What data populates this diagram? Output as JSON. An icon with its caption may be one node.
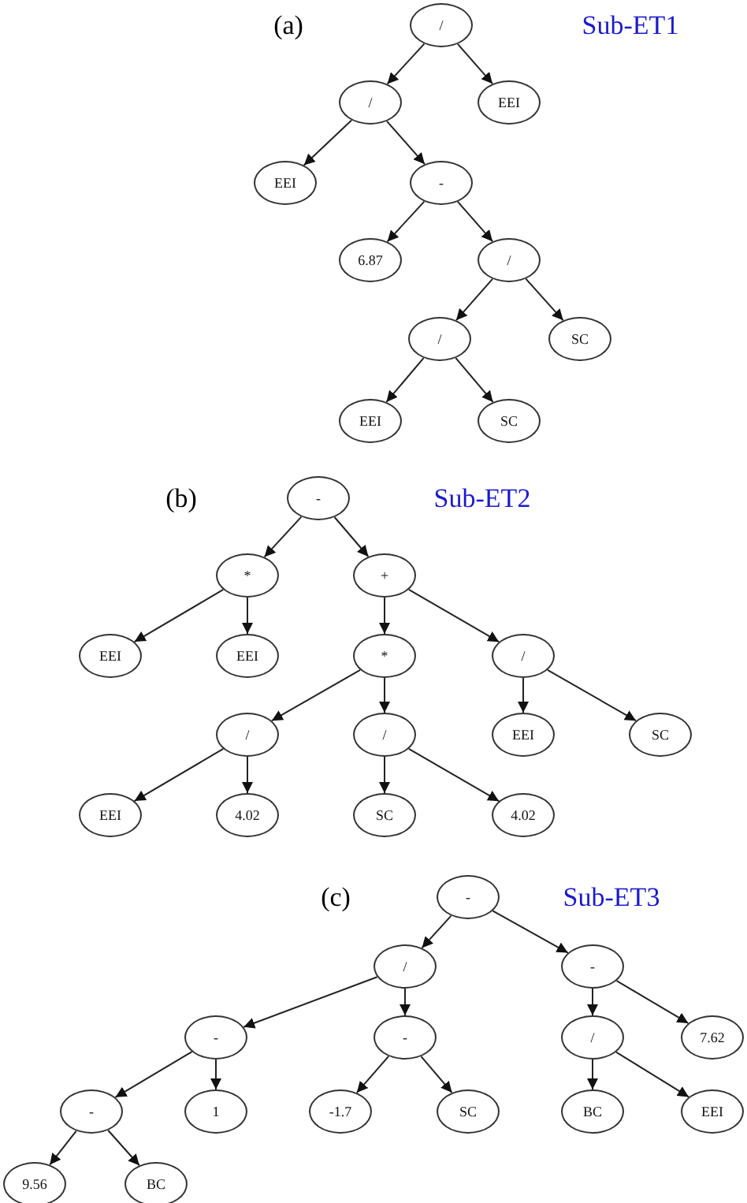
{
  "diagram": {
    "nodes": [
      {
        "text": [
          "/"
        ]
      },
      {
        "text": [
          "/"
        ]
      },
      {
        "text": [
          "EEI"
        ]
      },
      {
        "text": [
          "EEI"
        ]
      },
      {
        "text": [
          "-"
        ]
      },
      {
        "text": [
          "6.87"
        ]
      },
      {
        "text": [
          "/"
        ]
      },
      {
        "text": [
          "/"
        ]
      },
      {
        "text": [
          "SC"
        ]
      },
      {
        "text": [
          "EEI"
        ]
      },
      {
        "text": [
          "SC"
        ]
      },
      {
        "text": [
          "-"
        ]
      },
      {
        "text": [
          "*"
        ]
      },
      {
        "text": [
          "+"
        ]
      },
      {
        "text": [
          "EEI"
        ]
      },
      {
        "text": [
          "EEI"
        ]
      },
      {
        "text": [
          "*"
        ]
      },
      {
        "text": [
          "/"
        ]
      },
      {
        "text": [
          "/"
        ]
      },
      {
        "text": [
          "/"
        ]
      },
      {
        "text": [
          "EEI"
        ]
      },
      {
        "text": [
          "SC"
        ]
      },
      {
        "text": [
          "EEI"
        ]
      },
      {
        "text": [
          "4.02"
        ]
      },
      {
        "text": [
          "SC"
        ]
      },
      {
        "text": [
          "4.02"
        ]
      },
      {
        "text": [
          "-"
        ]
      },
      {
        "text": [
          "/"
        ]
      },
      {
        "text": [
          "-"
        ]
      },
      {
        "text": [
          "-"
        ]
      },
      {
        "text": [
          "-"
        ]
      },
      {
        "text": [
          "/"
        ]
      },
      {
        "text": [
          "7.62"
        ]
      },
      {
        "text": [
          "-"
        ]
      },
      {
        "text": [
          "1"
        ]
      },
      {
        "text": [
          "-1.7"
        ]
      },
      {
        "text": [
          "SC"
        ]
      },
      {
        "text": [
          "BC"
        ]
      },
      {
        "text": [
          "EEI"
        ]
      },
      {
        "text": [
          "9.56"
        ]
      },
      {
        "text": [
          "BC"
        ]
      }
    ],
    "edges": [
      {
        "from": 0,
        "to": 1,
        "arrow": "to"
      },
      {
        "from": 0,
        "to": 2,
        "arrow": "to"
      },
      {
        "from": 1,
        "to": 3,
        "arrow": "to"
      },
      {
        "from": 1,
        "to": 4,
        "arrow": "to"
      },
      {
        "from": 4,
        "to": 5,
        "arrow": "to"
      },
      {
        "from": 4,
        "to": 6,
        "arrow": "to"
      },
      {
        "from": 6,
        "to": 7,
        "arrow": "to"
      },
      {
        "from": 6,
        "to": 8,
        "arrow": "to"
      },
      {
        "from": 7,
        "to": 9,
        "arrow": "to"
      },
      {
        "from": 7,
        "to": 10,
        "arrow": "to"
      },
      {
        "from": 11,
        "to": 12,
        "arrow": "to"
      },
      {
        "from": 11,
        "to": 13,
        "arrow": "to"
      },
      {
        "from": 12,
        "to": 14,
        "arrow": "to"
      },
      {
        "from": 12,
        "to": 15,
        "arrow": "to"
      },
      {
        "from": 13,
        "to": 16,
        "arrow": "to"
      },
      {
        "from": 13,
        "to": 17,
        "arrow": "to"
      },
      {
        "from": 16,
        "to": 18,
        "arrow": "to"
      },
      {
        "from": 16,
        "to": 19,
        "arrow": "to"
      },
      {
        "from": 17,
        "to": 20,
        "arrow": "to"
      },
      {
        "from": 17,
        "to": 21,
        "arrow": "to"
      },
      {
        "from": 18,
        "to": 22,
        "arrow": "to"
      },
      {
        "from": 18,
        "to": 23,
        "arrow": "to"
      },
      {
        "from": 19,
        "to": 24,
        "arrow": "to"
      },
      {
        "from": 19,
        "to": 25,
        "arrow": "to"
      },
      {
        "from": 26,
        "to": 27,
        "arrow": "to"
      },
      {
        "from": 26,
        "to": 28,
        "arrow": "to"
      },
      {
        "from": 27,
        "to": 29,
        "arrow": "to"
      },
      {
        "from": 27,
        "to": 30,
        "arrow": "to"
      },
      {
        "from": 28,
        "to": 31,
        "arrow": "to"
      },
      {
        "from": 28,
        "to": 32,
        "arrow": "to"
      },
      {
        "from": 29,
        "to": 33,
        "arrow": "to"
      },
      {
        "from": 29,
        "to": 34,
        "arrow": "to"
      },
      {
        "from": 30,
        "to": 35,
        "arrow": "to"
      },
      {
        "from": 30,
        "to": 36,
        "arrow": "to"
      },
      {
        "from": 31,
        "to": 37,
        "arrow": "to"
      },
      {
        "from": 31,
        "to": 38,
        "arrow": "to"
      },
      {
        "from": 33,
        "to": 39,
        "arrow": "to"
      },
      {
        "from": 33,
        "to": 40,
        "arrow": "to"
      }
    ],
    "labels": [
      "(a)",
      "Sub-ET1",
      "(b)",
      "Sub-ET2",
      "(c)",
      "Sub-ET3"
    ]
  }
}
